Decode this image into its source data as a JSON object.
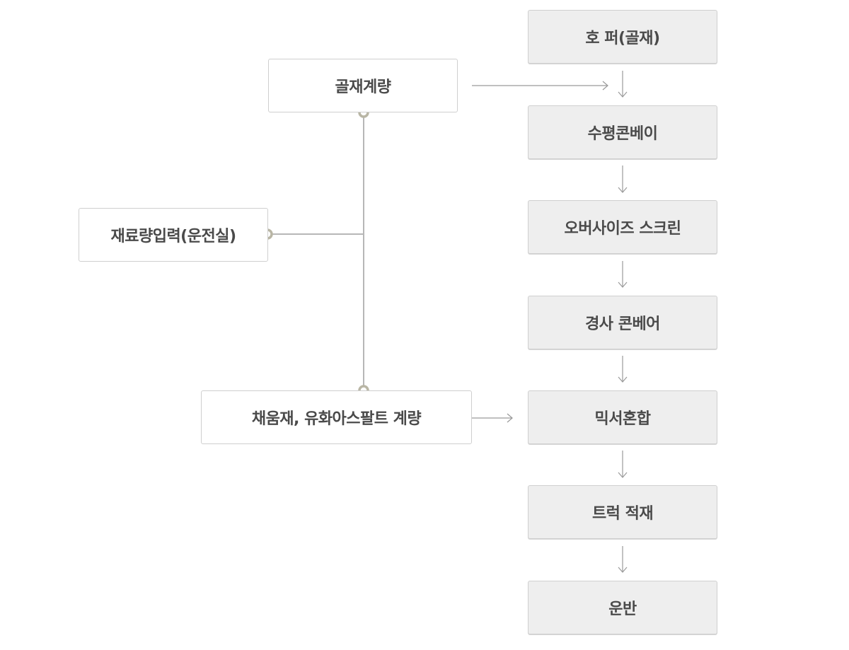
{
  "process_steps": [
    "호 퍼(골재)",
    "수평콘베이",
    "오버사이즈 스크린",
    "경사 콘베어",
    "믹서혼합",
    "트럭 적재",
    "운반"
  ],
  "inputs": {
    "aggregate_weighing": "골재계량",
    "material_input": "재료량입력(운전실)",
    "filler_weighing": "채움재, 유화아스팔트 계량"
  },
  "colors": {
    "step_fill": "#eeeeee",
    "border": "#cfcfcf",
    "connector": "#b7b7b7",
    "node_marker": "#b9b6a5",
    "text": "#4a4a4a"
  }
}
